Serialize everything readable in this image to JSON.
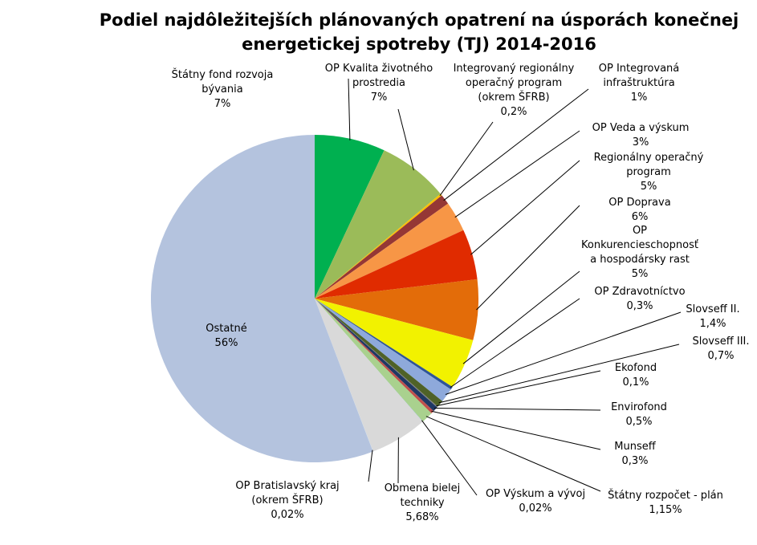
{
  "chart_data": {
    "type": "pie",
    "title_lines": [
      "Podiel najdôležitejších plánovaných opatrení na úsporách konečnej",
      "energetickej spotreby (TJ) 2014-2016"
    ],
    "slices": [
      {
        "name": "Štátny fond rozvoja bývania",
        "label_lines": [
          "Štátny fond rozvoja",
          "bývania"
        ],
        "value_label": "7%",
        "value": 7,
        "color": "#00B050"
      },
      {
        "name": "OP Kvalita životného prostredia",
        "label_lines": [
          "OP Kvalita životného",
          "prostredia"
        ],
        "value_label": "7%",
        "value": 7,
        "color": "#9BBB59"
      },
      {
        "name": "Integrovaný regionálny operačný program (okrem ŠFRB)",
        "label_lines": [
          "Integrovaný regionálny",
          "operačný program",
          "(okrem ŠFRB)"
        ],
        "value_label": "0,2%",
        "value": 0.2,
        "color": "#FFC000"
      },
      {
        "name": "OP Integrovaná infraštruktúra",
        "label_lines": [
          "OP Integrovaná",
          "infraštruktúra"
        ],
        "value_label": "1%",
        "value": 1,
        "color": "#953735"
      },
      {
        "name": "OP Veda a výskum",
        "label_lines": [
          "OP Veda a výskum"
        ],
        "value_label": "3%",
        "value": 3,
        "color": "#F79646"
      },
      {
        "name": "Regionálny operačný program",
        "label_lines": [
          "Regionálny operačný",
          "program"
        ],
        "value_label": "5%",
        "value": 5,
        "color": "#E02B00"
      },
      {
        "name": "OP Doprava",
        "label_lines": [
          "OP Doprava"
        ],
        "value_label": "6%",
        "value": 6,
        "color": "#E36C09"
      },
      {
        "name": "OP Konkurencieschopnosť a hospodársky rast",
        "label_lines": [
          "OP",
          "Konkurencieschopnosť",
          "a hospodársky rast"
        ],
        "value_label": "5%",
        "value": 5,
        "color": "#F2F200"
      },
      {
        "name": "OP Zdravotníctvo",
        "label_lines": [
          "OP Zdravotníctvo"
        ],
        "value_label": "0,3%",
        "value": 0.3,
        "color": "#2F5597"
      },
      {
        "name": "Slovseff II.",
        "label_lines": [
          "Slovseff II."
        ],
        "value_label": "1,4%",
        "value": 1.4,
        "color": "#8EA9DB"
      },
      {
        "name": "Slovseff III.",
        "label_lines": [
          "Slovseff III."
        ],
        "value_label": "0,7%",
        "value": 0.7,
        "color": "#4F6228"
      },
      {
        "name": "Ekofond",
        "label_lines": [
          "Ekofond"
        ],
        "value_label": "0,1%",
        "value": 0.1,
        "color": "#7F7F7F"
      },
      {
        "name": "Envirofond",
        "label_lines": [
          "Envirofond"
        ],
        "value_label": "0,5%",
        "value": 0.5,
        "color": "#1F3864"
      },
      {
        "name": "Munseff",
        "label_lines": [
          "Munseff"
        ],
        "value_label": "0,3%",
        "value": 0.3,
        "color": "#C0504D"
      },
      {
        "name": "Štátny rozpočet - plán",
        "label_lines": [
          "Štátny rozpočet - plán"
        ],
        "value_label": "1,15%",
        "value": 1.15,
        "color": "#A9D18E"
      },
      {
        "name": "OP Výskum a vývoj",
        "label_lines": [
          "OP Výskum a vývoj"
        ],
        "value_label": "0,02%",
        "value": 0.02,
        "color": "#5B9BD5"
      },
      {
        "name": "Obmena bielej techniky",
        "label_lines": [
          "Obmena bielej",
          "techniky"
        ],
        "value_label": "5,68%",
        "value": 5.68,
        "color": "#D9D9D9"
      },
      {
        "name": "OP Bratislavský kraj (okrem ŠFRB)",
        "label_lines": [
          "OP Bratislavský kraj",
          "(okrem ŠFRB)"
        ],
        "value_label": "0,02%",
        "value": 0.02,
        "color": "#BDD7EE"
      },
      {
        "name": "Ostatné",
        "label_lines": [
          "Ostatné"
        ],
        "value_label": "56%",
        "value": 56,
        "color": "#B4C3DE"
      }
    ],
    "legend": "none"
  }
}
